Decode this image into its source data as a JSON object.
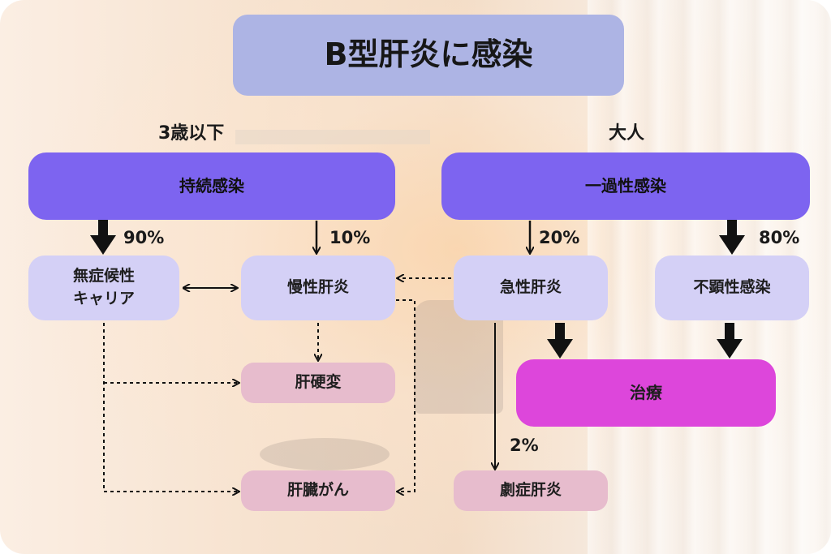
{
  "title": "B型肝炎に感染",
  "sections": {
    "left": "3歳以下",
    "right": "大人"
  },
  "nodes": {
    "persistent": "持続感染",
    "transient": "一過性感染",
    "carrier": "無症候性\nキャリア",
    "chronic": "慢性肝炎",
    "acute": "急性肝炎",
    "inapparent": "不顕性感染",
    "cirrhosis": "肝硬変",
    "cancer": "肝臓がん",
    "treatment": "治療",
    "fulminant": "劇症肝炎"
  },
  "percentages": {
    "carrier": "90%",
    "chronic": "10%",
    "acute": "20%",
    "inapparent": "80%",
    "fulminant": "2%"
  },
  "colors": {
    "title_bg": "#adb4e4",
    "main_bg": "#7d64f0",
    "sub_bg": "#d4d0f6",
    "outcome_bg": "#e7bccd",
    "treatment_bg": "#dd46db"
  }
}
